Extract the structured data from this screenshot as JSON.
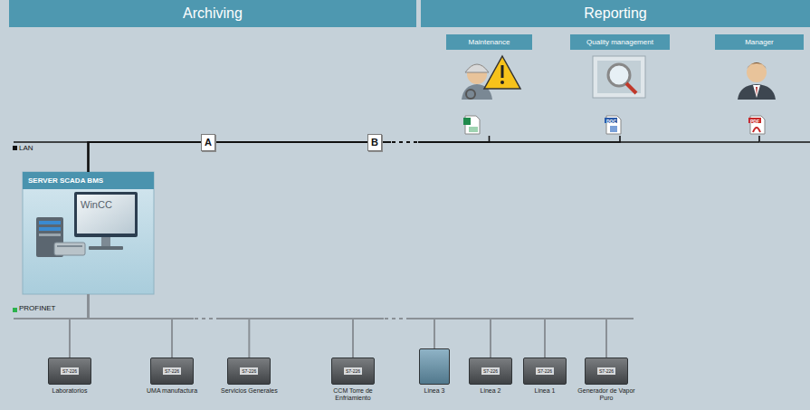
{
  "diagram": {
    "nodes": [
      {
        "text": [
          "Archiving"
        ]
      },
      {
        "text": [
          "Reporting"
        ]
      },
      {
        "text": [
          "Maintenance"
        ]
      },
      {
        "text": [
          "Quality management"
        ]
      },
      {
        "text": [
          "Manager"
        ]
      },
      {
        "text": [
          "A"
        ]
      },
      {
        "text": [
          "B"
        ]
      },
      {
        "text": [
          "SERVER SCADA BMS",
          "WinCC"
        ]
      },
      {
        "text": [
          "S7-226",
          "Laboratorios"
        ]
      },
      {
        "text": [
          "S7-226",
          "UMA manufactura"
        ]
      },
      {
        "text": [
          "S7-226",
          "Servicios Generales"
        ]
      },
      {
        "text": [
          "S7-226",
          "CCM Torre de Enfriamiento"
        ]
      },
      {
        "text": [
          "Linea 3"
        ]
      },
      {
        "text": [
          "S7-226",
          "Linea 2"
        ]
      },
      {
        "text": [
          "S7-226",
          "Linea 1"
        ]
      },
      {
        "text": [
          "S7-226",
          "Generador de Vapor Puro"
        ]
      }
    ],
    "edges": [
      {
        "from": 7,
        "to": 5,
        "arrow": "none"
      },
      {
        "from": 7,
        "to": 6,
        "arrow": "none"
      },
      {
        "from": 7,
        "to": 2,
        "arrow": "none"
      },
      {
        "from": 7,
        "to": 3,
        "arrow": "none"
      },
      {
        "from": 7,
        "to": 4,
        "arrow": "none"
      },
      {
        "from": 7,
        "to": 8,
        "arrow": "none"
      },
      {
        "from": 7,
        "to": 9,
        "arrow": "none"
      },
      {
        "from": 7,
        "to": 10,
        "arrow": "none"
      },
      {
        "from": 7,
        "to": 11,
        "arrow": "none"
      },
      {
        "from": 7,
        "to": 12,
        "arrow": "none"
      },
      {
        "from": 7,
        "to": 13,
        "arrow": "none"
      },
      {
        "from": 7,
        "to": 14,
        "arrow": "none"
      },
      {
        "from": 7,
        "to": 15,
        "arrow": "none"
      }
    ],
    "labels": [
      "LAN",
      "PROFINET",
      "DOC",
      "PDF"
    ]
  }
}
